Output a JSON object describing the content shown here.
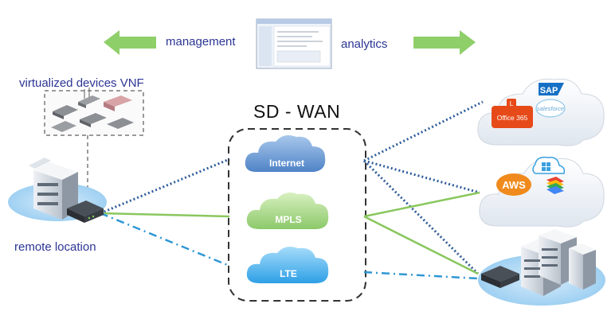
{
  "diagram": {
    "title": "SD - WAN",
    "management_label": "management",
    "analytics_label": "analytics",
    "vnf_label": "virtualized devices VNF",
    "remote_label": "remote location",
    "transports": [
      {
        "label": "Internet",
        "color": "#5b8fcf"
      },
      {
        "label": "MPLS",
        "color": "#9ad07a"
      },
      {
        "label": "LTE",
        "color": "#36a8e8"
      }
    ],
    "saas_logos": {
      "sap": "SAP",
      "office": "Office 365",
      "salesforce": "salesforce",
      "aws": "AWS"
    },
    "colors": {
      "arrow_green": "#8fcf6a",
      "label_blue": "#2b3594",
      "dotted_link": "#2e5c9a",
      "mpls_link": "#8ac75e",
      "lte_link": "#2f97d6"
    },
    "icons": [
      "management-console-icon",
      "building-icon",
      "router-icon",
      "cloud-icon",
      "windows-icon",
      "gcp-icon"
    ]
  }
}
